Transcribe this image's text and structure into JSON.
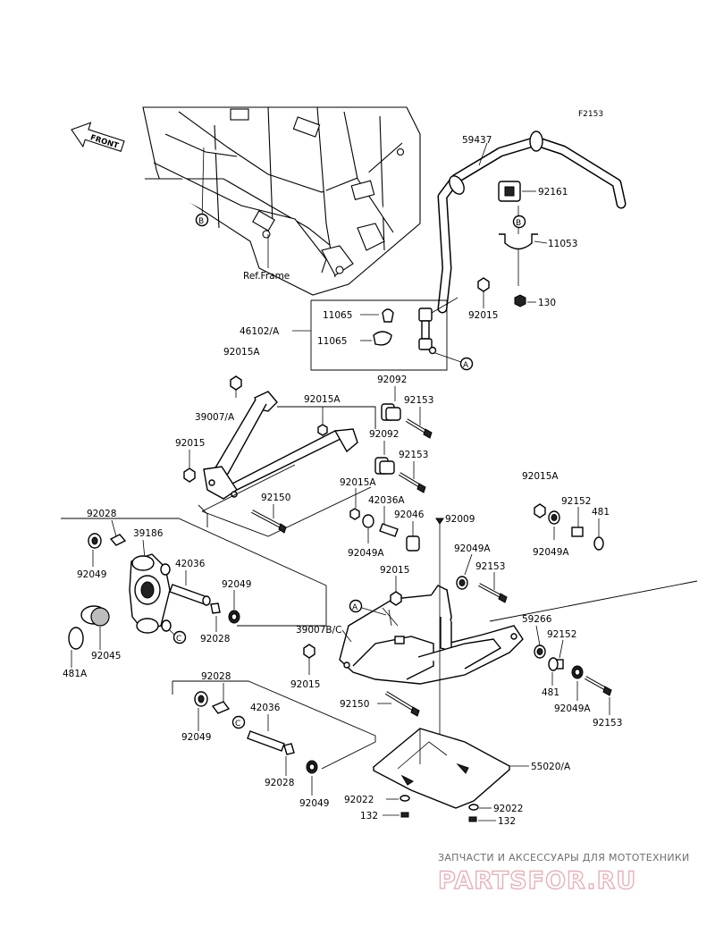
{
  "diagram": {
    "code": "F2153",
    "front_label": "FRONT",
    "ref_frame": "Ref.Frame",
    "refs": {
      "A": "A",
      "B": "B",
      "C": "C"
    },
    "parts": {
      "p59437": "59437",
      "p92161": "92161",
      "p11053": "11053",
      "p130": "130",
      "p92015_top": "92015",
      "p46102A": "46102/A",
      "p92015A_top": "92015A",
      "p11065_1": "11065",
      "p11065_2": "11065",
      "p39007A": "39007/A",
      "p92015A_mid": "92015A",
      "p92092_1": "92092",
      "p92092_2": "92092",
      "p92153_1": "92153",
      "p92153_2": "92153",
      "p92153_3": "92153",
      "p92153_4": "92153",
      "p92015_left": "92015",
      "p92015A_2": "92015A",
      "p92150_1": "92150",
      "p92150_2": "92150",
      "p42036A": "42036A",
      "p92046": "92046",
      "p92009": "92009",
      "p92015A_right": "92015A",
      "p92152_1": "92152",
      "p92152_2": "92152",
      "p481_1": "481",
      "p481_2": "481",
      "p92049A_1": "92049A",
      "p92049A_2": "92049A",
      "p92049A_3": "92049A",
      "p92049A_4": "92049A",
      "p92015_mid": "92015",
      "p92015_low": "92015",
      "p92028_1": "92028",
      "p92028_2": "92028",
      "p92028_3": "92028",
      "p92028_4": "92028",
      "p39186": "39186",
      "p92049_1": "92049",
      "p92049_2": "92049",
      "p92049_3": "92049",
      "p92049_4": "92049",
      "p42036_1": "42036",
      "p42036_2": "42036",
      "p92045": "92045",
      "p481A": "481A",
      "p39007BC": "39007B/C",
      "p59266": "59266",
      "p55020A": "55020/A",
      "p92022_1": "92022",
      "p92022_2": "92022",
      "p132_1": "132",
      "p132_2": "132"
    }
  },
  "watermark": {
    "tagline": "ЗАПЧАСТИ И АКСЕССУАРЫ ДЛЯ МОТОТЕХНИКИ",
    "brand": "PARTSFOR.RU",
    "color": "#e6b1b6"
  }
}
